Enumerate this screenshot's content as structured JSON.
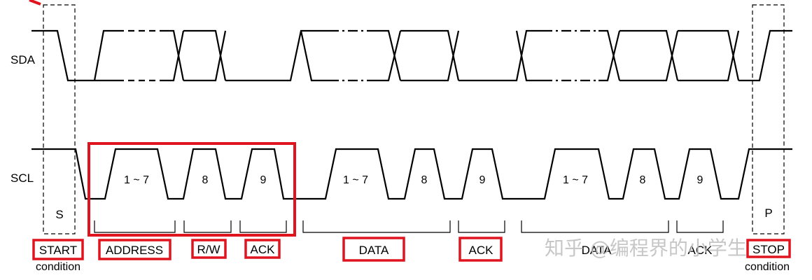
{
  "signals": {
    "sda": "SDA",
    "scl": "SCL"
  },
  "markers": {
    "start": "S",
    "stop": "P"
  },
  "clock_labels": [
    "1 ~ 7",
    "8",
    "9",
    "1 ~ 7",
    "8",
    "9",
    "1 ~ 7",
    "8",
    "9"
  ],
  "fields": {
    "start": "START",
    "start_sub": "condition",
    "address": "ADDRESS",
    "rw": "R/W",
    "ack1": "ACK",
    "data1": "DATA",
    "ack2": "ACK",
    "data2": "DATA",
    "ack3": "ACK",
    "stop": "STOP",
    "stop_sub": "condition"
  },
  "watermark": "知乎 @编程界的小学生",
  "colors": {
    "highlight": "#e0141e",
    "line": "#000000",
    "watermark": "#bdbdbd"
  }
}
